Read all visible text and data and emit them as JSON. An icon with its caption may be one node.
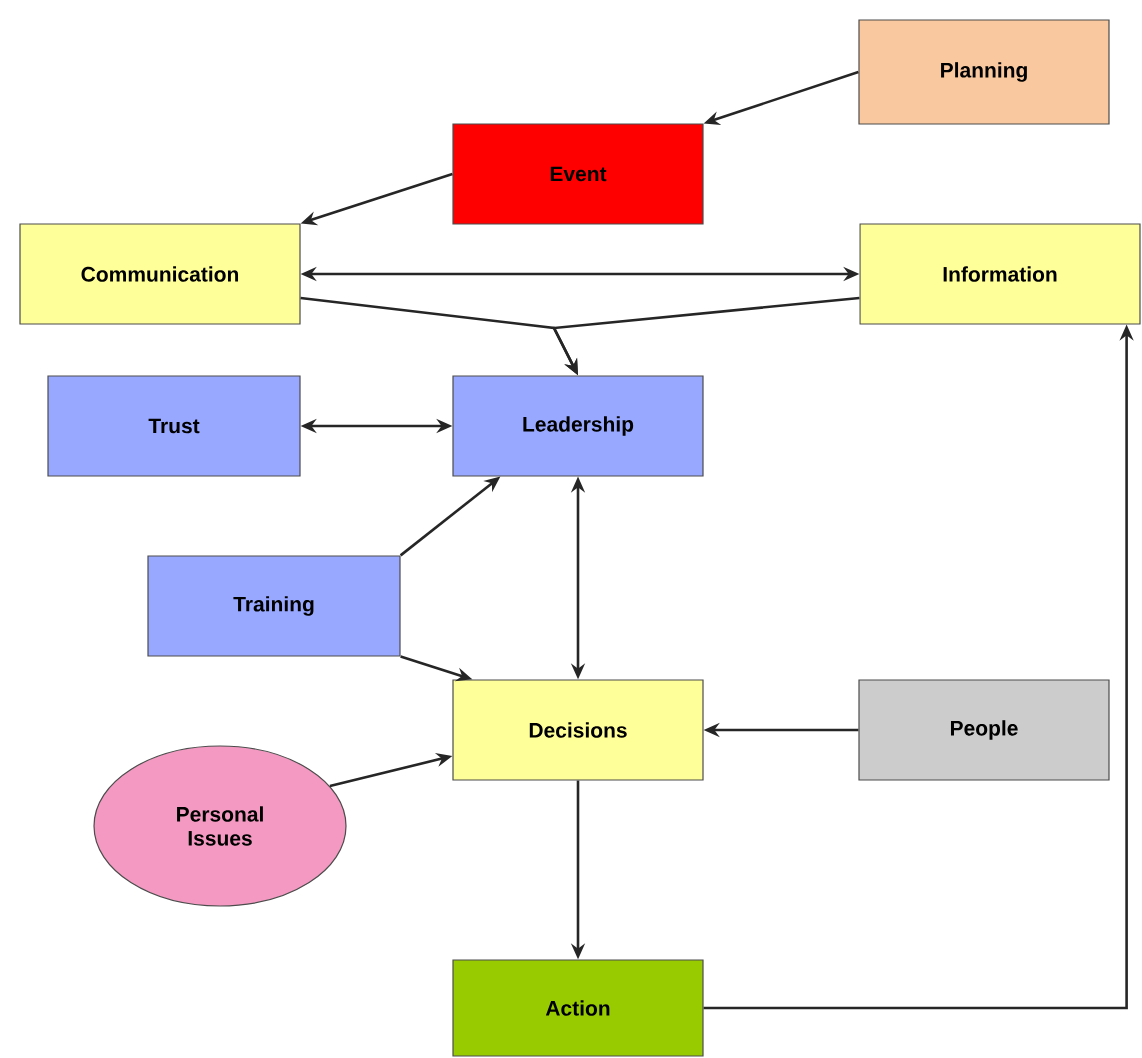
{
  "diagram": {
    "nodes": [
      {
        "text": [
          "Planning"
        ]
      },
      {
        "text": [
          "Event"
        ]
      },
      {
        "text": [
          "Communication"
        ]
      },
      {
        "text": [
          "Information"
        ]
      },
      {
        "text": [
          "Trust"
        ]
      },
      {
        "text": [
          "Leadership"
        ]
      },
      {
        "text": [
          "Training"
        ]
      },
      {
        "text": [
          "Decisions"
        ]
      },
      {
        "text": [
          "People"
        ]
      },
      {
        "text": [
          "Personal Issues"
        ]
      },
      {
        "text": [
          "Action"
        ]
      }
    ],
    "edges": [
      {
        "from": 0,
        "to": 1,
        "arrow": "to"
      },
      {
        "from": 1,
        "to": 2,
        "arrow": "to"
      },
      {
        "from": 2,
        "to": 3,
        "arrow": "both"
      },
      {
        "from": 2,
        "to": 5,
        "arrow": "to"
      },
      {
        "from": 3,
        "to": 5,
        "arrow": "to"
      },
      {
        "from": 4,
        "to": 5,
        "arrow": "both"
      },
      {
        "from": 6,
        "to": 5,
        "arrow": "to"
      },
      {
        "from": 6,
        "to": 7,
        "arrow": "to"
      },
      {
        "from": 5,
        "to": 7,
        "arrow": "both"
      },
      {
        "from": 8,
        "to": 7,
        "arrow": "to"
      },
      {
        "from": 9,
        "to": 7,
        "arrow": "to"
      },
      {
        "from": 7,
        "to": 10,
        "arrow": "to"
      },
      {
        "from": 10,
        "to": 3,
        "arrow": "to"
      }
    ]
  }
}
